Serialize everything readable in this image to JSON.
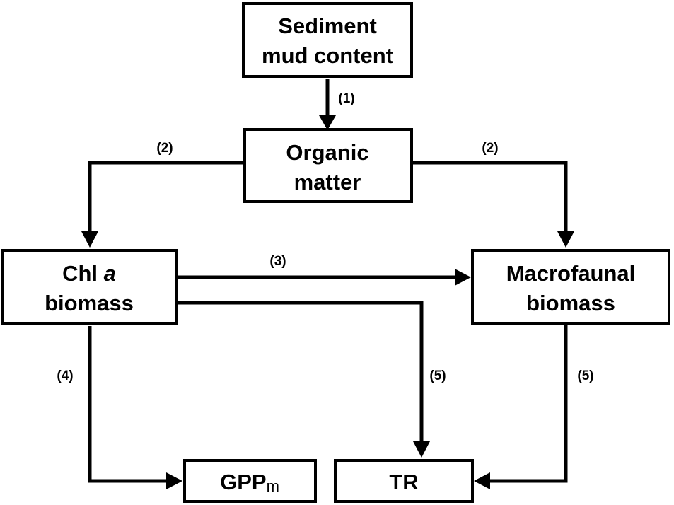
{
  "nodes": {
    "sediment": {
      "line1": "Sediment",
      "line2": "mud content"
    },
    "organic": {
      "line1": "Organic",
      "line2": "matter"
    },
    "chl": {
      "line1_a": "Chl ",
      "line1_b": "a",
      "line2": "biomass"
    },
    "macro": {
      "line1": "Macrofaunal",
      "line2": "biomass"
    },
    "gpp": {
      "main": "GPP",
      "sub": "m"
    },
    "tr": {
      "label": "TR"
    }
  },
  "edges": {
    "sediment_to_organic": "(1)",
    "organic_to_chl": "(2)",
    "organic_to_macro": "(2)",
    "chl_to_macro": "(3)",
    "chl_to_gpp": "(4)",
    "chl_to_tr": "(5)",
    "macro_to_tr": "(5)"
  }
}
